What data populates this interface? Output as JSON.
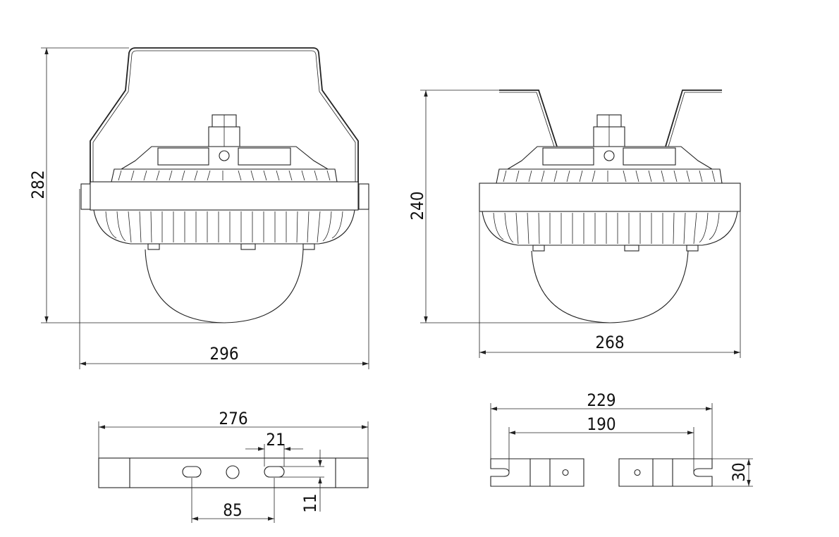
{
  "dimensions": {
    "front_height": "282",
    "front_width": "296",
    "side_height": "240",
    "side_width": "268",
    "bracket_length": "276",
    "slot_width": "21",
    "slot_spacing": "85",
    "slot_height": "11",
    "mount_outer_span": "229",
    "mount_inner_span": "190",
    "mount_height": "30"
  }
}
